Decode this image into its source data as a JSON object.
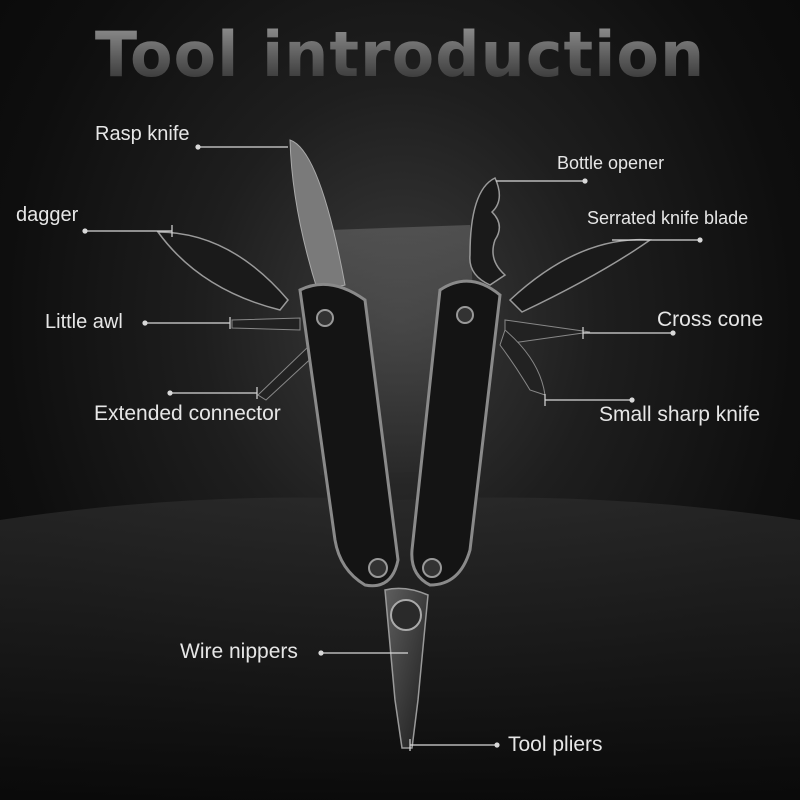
{
  "title": "Tool introduction",
  "labels": {
    "rasp_knife": "Rasp knife",
    "bottle_opener": "Bottle opener",
    "dagger": "dagger",
    "serrated_knife_blade": "Serrated knife blade",
    "little_awl": "Little awl",
    "cross_cone": "Cross cone",
    "extended_connector": "Extended connector",
    "small_sharp_knife": "Small sharp knife",
    "wire_nippers": "Wire nippers",
    "tool_pliers": "Tool pliers"
  },
  "colors": {
    "text": "#e6e6e6",
    "lines": "#d8d8d8",
    "tool_body": "#151515",
    "tool_edge": "#8a8a8a"
  }
}
